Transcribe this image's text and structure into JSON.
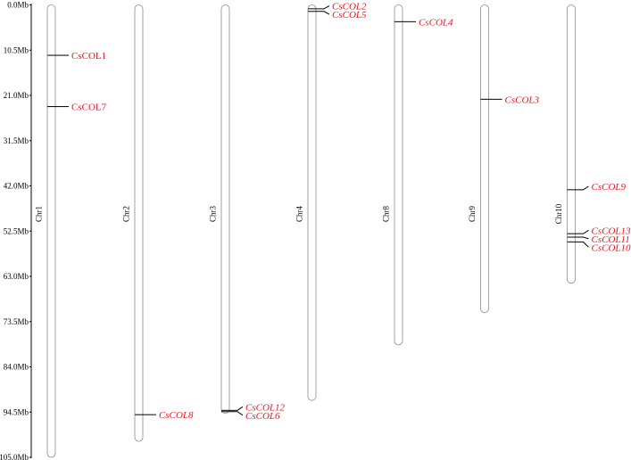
{
  "chart_data": {
    "type": "chromosome-map",
    "axis": {
      "unit": "Mb",
      "ticks": [
        "0.0Mb",
        "10.5Mb",
        "21.0Mb",
        "31.5Mb",
        "42.0Mb",
        "52.5Mb",
        "63.0Mb",
        "73.5Mb",
        "84.0Mb",
        "94.5Mb",
        "105.0Mb"
      ],
      "tick_values": [
        0,
        10.5,
        21.0,
        31.5,
        42.0,
        52.5,
        63.0,
        73.5,
        84.0,
        94.5,
        105.0
      ],
      "range": [
        0,
        105.0
      ]
    },
    "chromosomes": [
      {
        "name": "Chr1",
        "length": 105.0
      },
      {
        "name": "Chr2",
        "length": 101.3
      },
      {
        "name": "Chr3",
        "length": 94.8
      },
      {
        "name": "Chr4",
        "length": 91.8
      },
      {
        "name": "Chr8",
        "length": 78.9
      },
      {
        "name": "Chr9",
        "length": 71.4
      },
      {
        "name": "Chr10",
        "length": 64.6
      }
    ],
    "genes": [
      {
        "name": "CsCOL1",
        "chromosome": "Chr1",
        "position": 11.7,
        "italic": false
      },
      {
        "name": "CsCOL7",
        "chromosome": "Chr1",
        "position": 23.6,
        "italic": false
      },
      {
        "name": "CsCOL8",
        "chromosome": "Chr2",
        "position": 95.1,
        "italic": true
      },
      {
        "name": "CsCOL12",
        "chromosome": "Chr3",
        "position": 94.1,
        "italic": true
      },
      {
        "name": "CsCOL6",
        "chromosome": "Chr3",
        "position": 94.4,
        "italic": true
      },
      {
        "name": "CsCOL2",
        "chromosome": "Chr4",
        "position": 0.9,
        "italic": true
      },
      {
        "name": "CsCOL5",
        "chromosome": "Chr4",
        "position": 1.5,
        "italic": true
      },
      {
        "name": "CsCOL4",
        "chromosome": "Chr8",
        "position": 3.9,
        "italic": true
      },
      {
        "name": "CsCOL3",
        "chromosome": "Chr9",
        "position": 21.9,
        "italic": true
      },
      {
        "name": "CsCOL9",
        "chromosome": "Chr10",
        "position": 42.9,
        "italic": true
      },
      {
        "name": "CsCOL13",
        "chromosome": "Chr10",
        "position": 53.1,
        "italic": true
      },
      {
        "name": "CsCOL11",
        "chromosome": "Chr10",
        "position": 53.9,
        "italic": true
      },
      {
        "name": "CsCOL10",
        "chromosome": "Chr10",
        "position": 55.0,
        "italic": true
      }
    ],
    "colors": {
      "gene_label": "#e8141e",
      "chromosome_outline": "#8c8c8c",
      "marker": "#000000"
    }
  }
}
